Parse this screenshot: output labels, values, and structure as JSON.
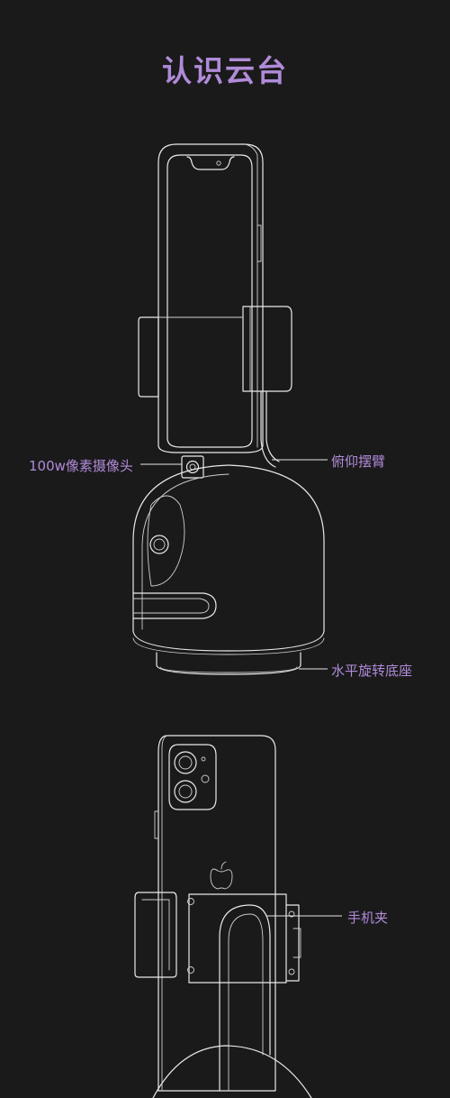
{
  "title": "认识云台",
  "accent_color": "#b08bd8",
  "callouts": {
    "camera": "100w像素摄像头",
    "arm": "俯仰摆臂",
    "base": "水平旋转底座",
    "clamp": "手机夹"
  }
}
